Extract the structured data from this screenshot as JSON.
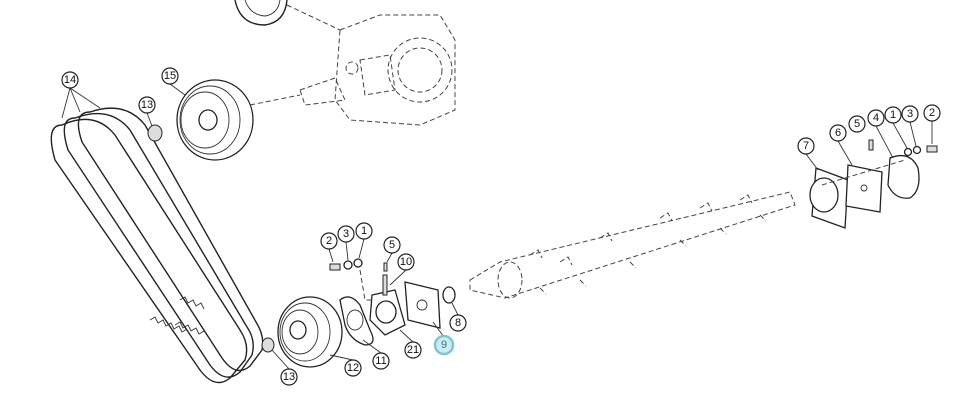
{
  "diagram": {
    "highlight_color": "#7cc6d4",
    "callouts": [
      {
        "label": "14"
      },
      {
        "label": "15"
      },
      {
        "label": "13"
      },
      {
        "label": "13"
      },
      {
        "label": "12"
      },
      {
        "label": "11"
      },
      {
        "label": "21"
      },
      {
        "label": "9"
      },
      {
        "label": "8"
      },
      {
        "label": "2"
      },
      {
        "label": "3"
      },
      {
        "label": "1"
      },
      {
        "label": "5"
      },
      {
        "label": "10"
      },
      {
        "label": "7"
      },
      {
        "label": "6"
      },
      {
        "label": "5"
      },
      {
        "label": "4"
      },
      {
        "label": "1"
      },
      {
        "label": "3"
      },
      {
        "label": "2"
      }
    ],
    "selected_callout": "9"
  }
}
